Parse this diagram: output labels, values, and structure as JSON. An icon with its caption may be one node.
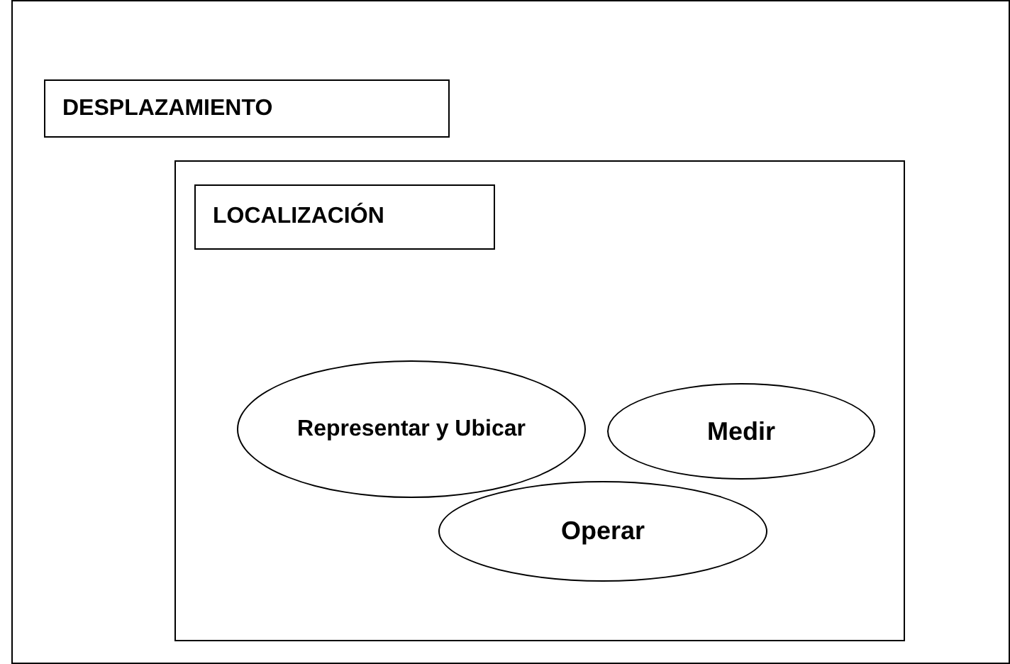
{
  "diagram": {
    "nodes": [
      {
        "text": [],
        "shape": "box"
      },
      {
        "text": [
          "DESPLAZAMIENTO"
        ],
        "in": 0
      },
      {
        "text": [],
        "shape": "box",
        "in": 0
      },
      {
        "text": [
          "LOCALIZACIÓN"
        ],
        "in": 2
      },
      {
        "text": [
          "Representar y Ubicar"
        ],
        "in": 2
      },
      {
        "text": [
          "Medir"
        ],
        "in": 2
      },
      {
        "text": [
          "Operar"
        ],
        "in": 2
      }
    ]
  }
}
